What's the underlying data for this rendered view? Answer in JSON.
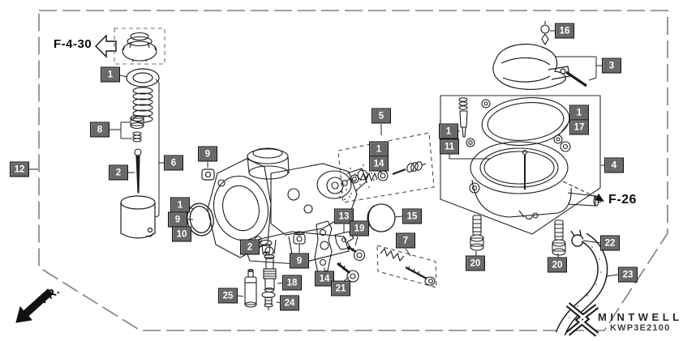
{
  "refs": {
    "top_left": "F-4-30",
    "right": "F-26"
  },
  "orientation": {
    "front_label": "FR."
  },
  "watermark": {
    "brand": "MINTWELL",
    "part_code": "KWP3E2100"
  },
  "colors": {
    "callout_bg": "#696969",
    "callout_text": "#ffffff",
    "line_art": "#1d1d1d",
    "border_dash": "#7e7e7e"
  },
  "callouts": [
    {
      "number": "1"
    },
    {
      "number": "8"
    },
    {
      "number": "2"
    },
    {
      "number": "6"
    },
    {
      "number": "12"
    },
    {
      "number": "9"
    },
    {
      "number": "1"
    },
    {
      "number": "9"
    },
    {
      "number": "10"
    },
    {
      "number": "5"
    },
    {
      "number": "1"
    },
    {
      "number": "14"
    },
    {
      "number": "1"
    },
    {
      "number": "11"
    },
    {
      "number": "1"
    },
    {
      "number": "17"
    },
    {
      "number": "16"
    },
    {
      "number": "3"
    },
    {
      "number": "4"
    },
    {
      "number": "20"
    },
    {
      "number": "20"
    },
    {
      "number": "22"
    },
    {
      "number": "23"
    },
    {
      "number": "15"
    },
    {
      "number": "7"
    },
    {
      "number": "13"
    },
    {
      "number": "19"
    },
    {
      "number": "14"
    },
    {
      "number": "21"
    },
    {
      "number": "2"
    },
    {
      "number": "9"
    },
    {
      "number": "18"
    },
    {
      "number": "25"
    },
    {
      "number": "24"
    }
  ]
}
